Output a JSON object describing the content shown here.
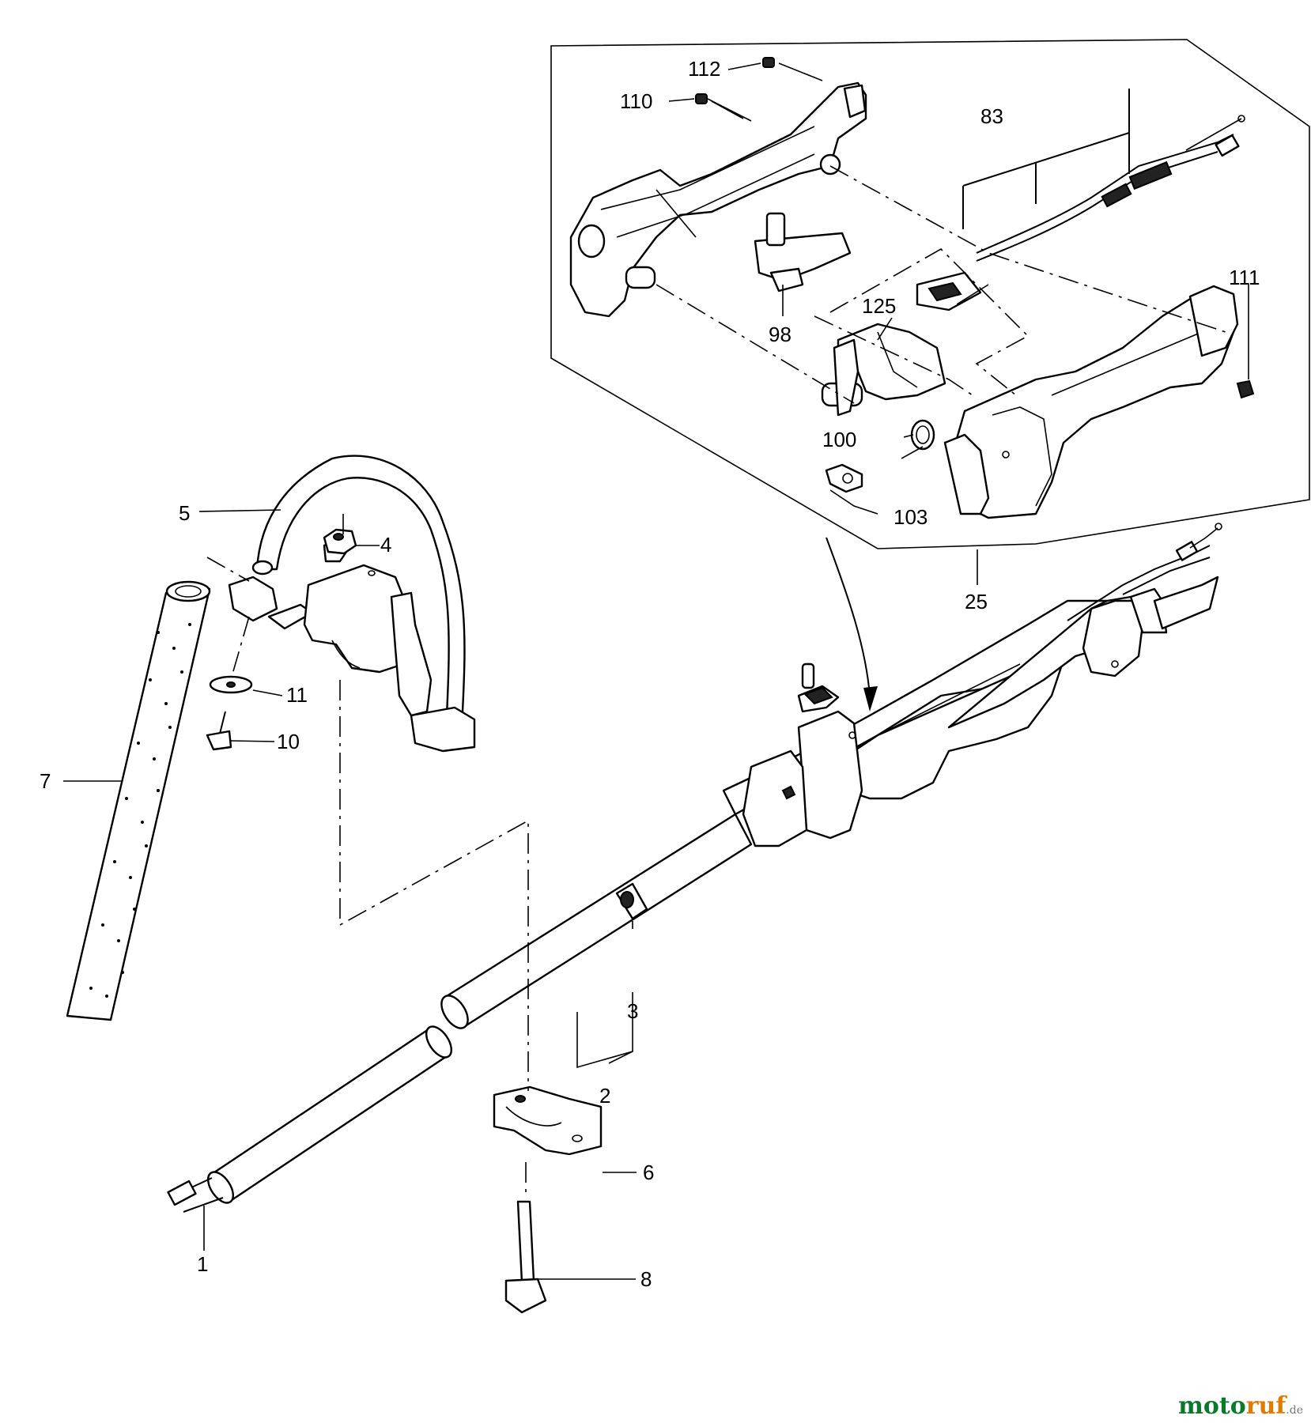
{
  "labels": {
    "p112": "112",
    "p110": "110",
    "p83": "83",
    "p111": "111",
    "p98": "98",
    "p125": "125",
    "p100": "100",
    "p103": "103",
    "p25": "25",
    "p5": "5",
    "p4": "4",
    "p11": "11",
    "p10": "10",
    "p7": "7",
    "p3": "3",
    "p2": "2",
    "p6": "6",
    "p1": "1",
    "p8": "8"
  },
  "watermark": {
    "a": "moto",
    "b": "ruf",
    "c": ".de"
  }
}
